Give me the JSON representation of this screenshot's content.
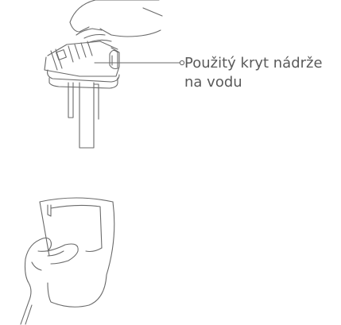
{
  "callout": {
    "line1": "Použitý kryt nádrže",
    "line2": "na vodu"
  },
  "colors": {
    "stroke": "#6a6a6a",
    "text": "#5a5a5a",
    "background": "#ffffff"
  },
  "figures": [
    "hand-holding-water-tank-cap",
    "hand-holding-filter-cup"
  ]
}
